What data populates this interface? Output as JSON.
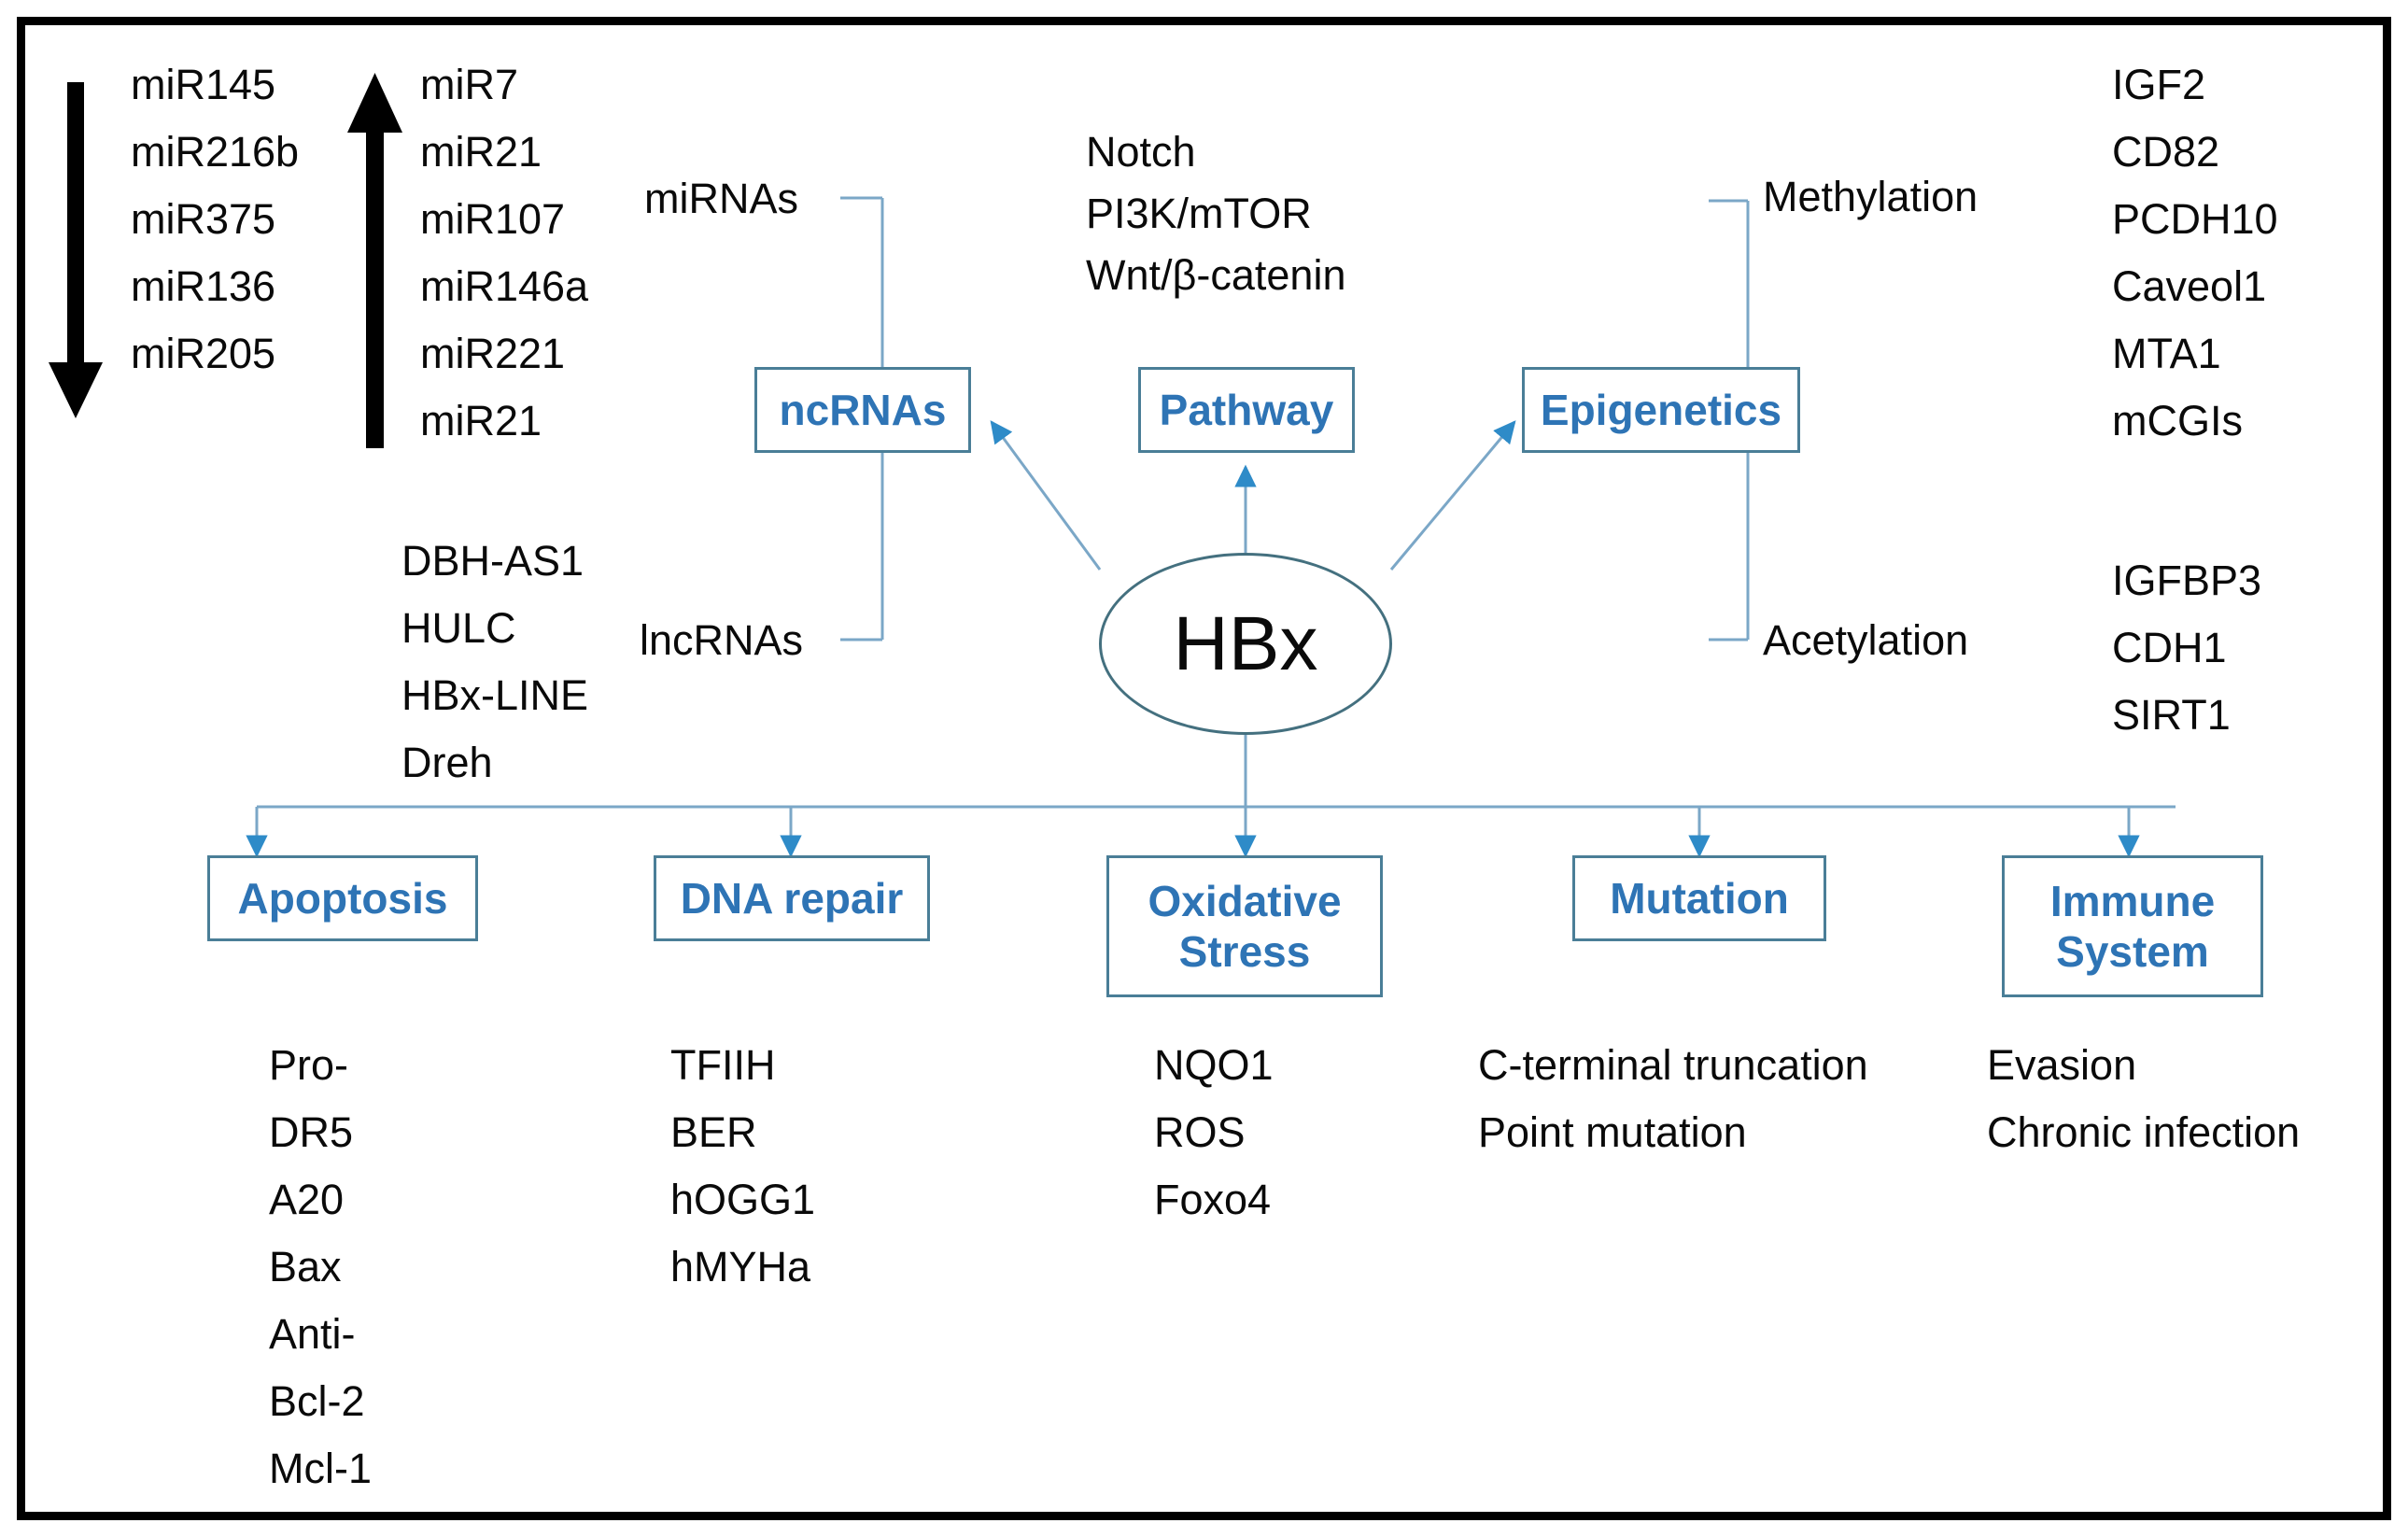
{
  "diagram": {
    "title_node": "HBx",
    "colors": {
      "node_border": "#4a7e97",
      "node_text": "#2e74b5",
      "connector": "#7ba7c7",
      "arrowhead": "#2e8bc8",
      "frame": "#000000",
      "body_text": "#0a0a0a"
    }
  },
  "regulation": {
    "down_arrow_icon": "down-arrow",
    "up_arrow_icon": "up-arrow",
    "downregulated": "miR145\nmiR216b\nmiR375\nmiR136\nmiR205",
    "upregulated": "miR7\nmiR21\nmiR107\nmiR146a\nmiR221\nmiR21"
  },
  "ncrna": {
    "box_label": "ncRNAs",
    "mirna_label": "miRNAs",
    "lncrna_label": "lncRNAs",
    "lncrna_list": "DBH-AS1\nHULC\nHBx-LINE\nDreh"
  },
  "pathway": {
    "box_label": "Pathway",
    "list": "Notch\nPI3K/mTOR\nWnt/β-catenin"
  },
  "epigenetics": {
    "box_label": "Epigenetics",
    "methylation_label": "Methylation",
    "acetylation_label": "Acetylation",
    "methylation_targets": "IGF2\nCD82\nPCDH10\nCaveol1\nMTA1\nmCGIs",
    "acetylation_targets": "IGFBP3\nCDH1\nSIRT1"
  },
  "outcomes": [
    {
      "box_label": "Apoptosis",
      "details": "Pro-\nDR5\nA20\nBax\nAnti-\nBcl-2\nMcl-1"
    },
    {
      "box_label": "DNA repair",
      "details": "TFIIH\nBER\nhOGG1\nhMYHa"
    },
    {
      "box_label": "Oxidative\nStress",
      "details": "NQO1\nROS\nFoxo4"
    },
    {
      "box_label": "Mutation",
      "details": "C-terminal truncation\nPoint mutation"
    },
    {
      "box_label": "Immune\nSystem",
      "details": "Evasion\nChronic infection"
    }
  ]
}
